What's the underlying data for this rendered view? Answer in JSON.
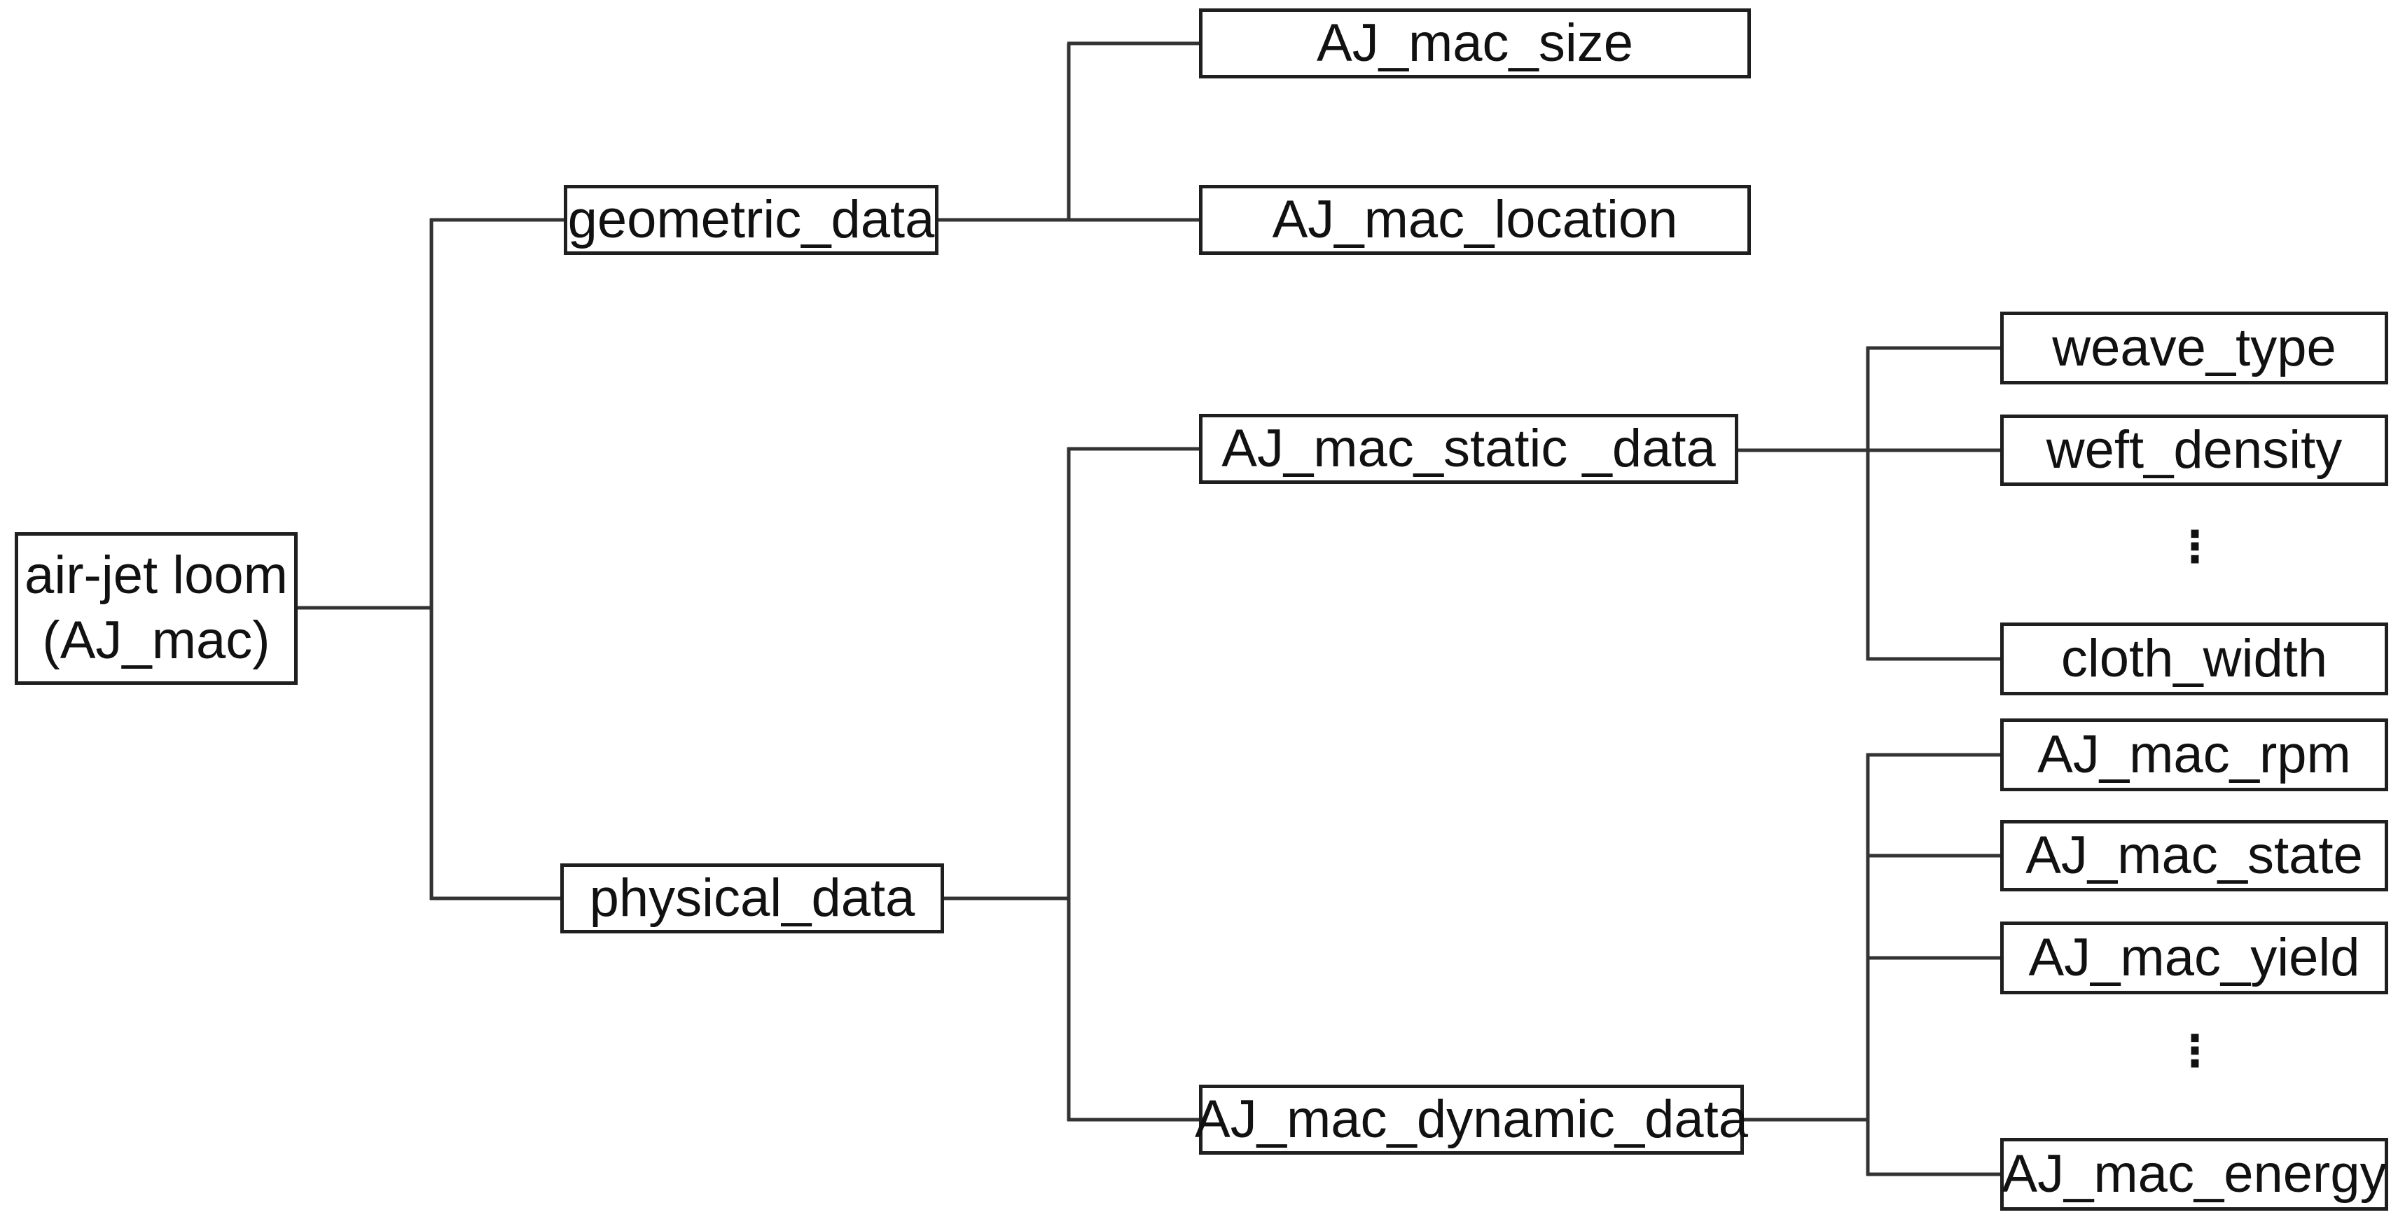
{
  "colors": {
    "background": "#ffffff",
    "box_fill": "#ffffff",
    "box_border": "#1f1f1f",
    "line": "#333333",
    "text": "#111111"
  },
  "tree": {
    "root": {
      "label_line1": "air-jet loom",
      "label_line2": "(AJ_mac)"
    },
    "branches": [
      {
        "label": "geometric_data",
        "children": [
          {
            "label": "AJ_mac_size"
          },
          {
            "label": "AJ_mac_location"
          }
        ]
      },
      {
        "label": "physical_data",
        "children": [
          {
            "label": "AJ_mac_static _data",
            "children": [
              {
                "label": "weave_type"
              },
              {
                "label": "weft_density"
              },
              {
                "label": "⋮",
                "type": "ellipsis"
              },
              {
                "label": "cloth_width"
              }
            ]
          },
          {
            "label": "AJ_mac_dynamic_data",
            "children": [
              {
                "label": "AJ_mac_rpm"
              },
              {
                "label": "AJ_mac_state"
              },
              {
                "label": "AJ_mac_yield"
              },
              {
                "label": "⋮",
                "type": "ellipsis"
              },
              {
                "label": "AJ_mac_energy"
              }
            ]
          }
        ]
      }
    ]
  }
}
